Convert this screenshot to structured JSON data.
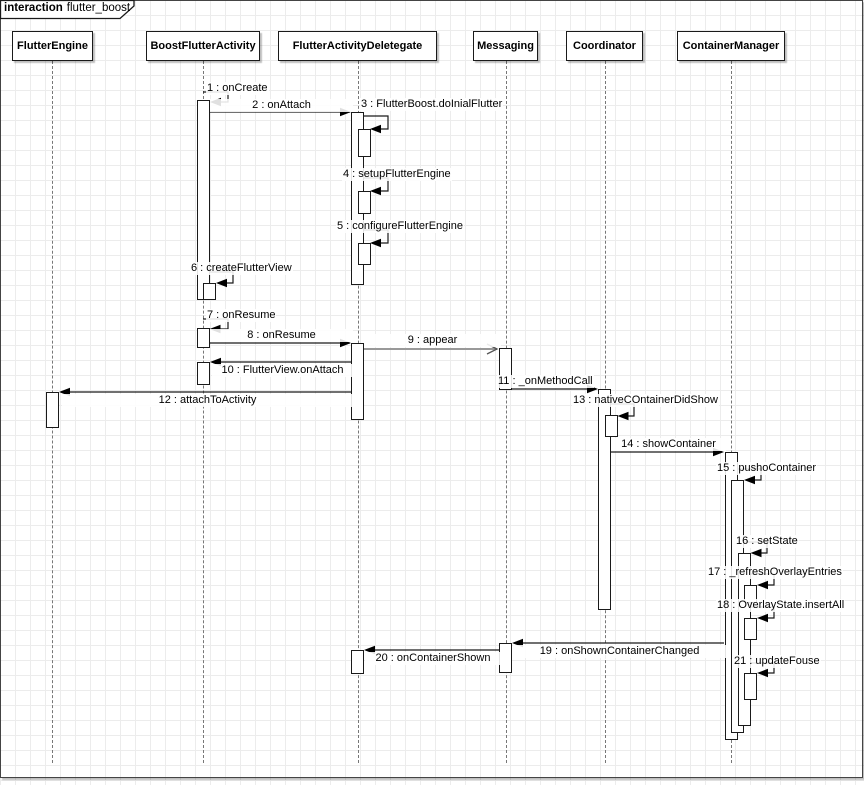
{
  "frame": {
    "keyword": "interaction",
    "name": "flutter_boost"
  },
  "participants": [
    {
      "name": "FlutterEngine"
    },
    {
      "name": "BoostFlutterActivity"
    },
    {
      "name": "FlutterActivityDeletegate"
    },
    {
      "name": "Messaging"
    },
    {
      "name": "Coordinator"
    },
    {
      "name": "ContainerManager"
    }
  ],
  "messages": [
    {
      "text": "1 : onCreate"
    },
    {
      "text": "2 : onAttach"
    },
    {
      "text": "3 : FlutterBoost.doInialFlutter"
    },
    {
      "text": "4 : setupFlutterEngine"
    },
    {
      "text": "5 : configureFlutterEngine"
    },
    {
      "text": "6 : createFlutterView"
    },
    {
      "text": "7 : onResume"
    },
    {
      "text": "8 : onResume"
    },
    {
      "text": "9 : appear"
    },
    {
      "text": "10 : FlutterView.onAttach"
    },
    {
      "text": "11 : _onMethodCall"
    },
    {
      "text": "12 : attachToActivity"
    },
    {
      "text": "13 : nativeCOntainerDidShow"
    },
    {
      "text": "14 : showContainer"
    },
    {
      "text": "15 : pushoContainer"
    },
    {
      "text": "16 : setState"
    },
    {
      "text": "17 : _refreshOverlayEntries"
    },
    {
      "text": "18 : OverlayState.insertAll"
    },
    {
      "text": "19 : onShownContainerChanged"
    },
    {
      "text": "20 : onContainerShown"
    },
    {
      "text": "21 : updateFouse"
    }
  ]
}
